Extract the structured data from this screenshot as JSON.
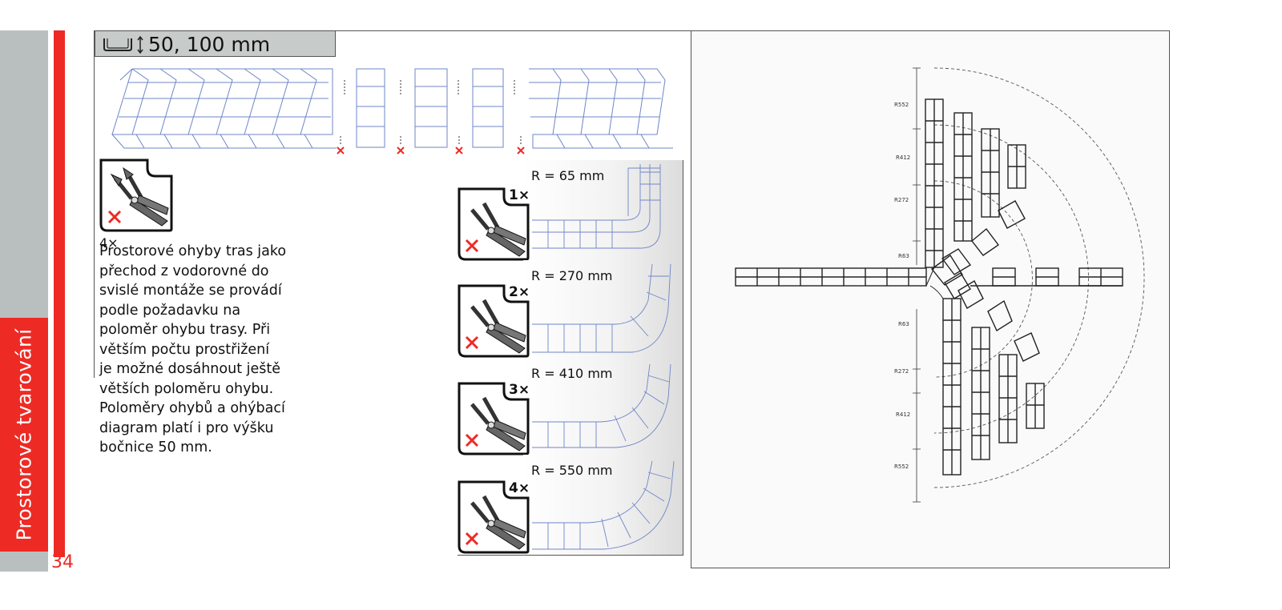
{
  "sidebar": {
    "label": "Prostorové tvarování",
    "page_number": "34"
  },
  "header": {
    "title": "50, 100 mm",
    "icon": "tray-profile-icon"
  },
  "top_cutter": {
    "count": "4×"
  },
  "description": [
    "Prostorové ohyby tras jako",
    "přechod z vodorovné do",
    "svislé montáže se provádí",
    "podle požadavku na",
    "poloměr ohybu trasy. Při",
    "větším počtu prostřižení",
    "je možné dosáhnout ještě",
    "větších poloměru ohybu.",
    "Poloměry ohybů a ohýbací",
    "diagram platí i pro výšku",
    "bočnice 50 mm."
  ],
  "bends": [
    {
      "radius_label": "R = 65 mm",
      "count": "1×"
    },
    {
      "radius_label": "R = 270 mm",
      "count": "2×"
    },
    {
      "radius_label": "R = 410 mm",
      "count": "3×"
    },
    {
      "radius_label": "R = 550 mm",
      "count": "4×"
    }
  ],
  "diagram": {
    "radius_labels_top": [
      "R552",
      "R412",
      "R272",
      "R63"
    ],
    "radius_labels_bottom": [
      "R63",
      "R272",
      "R412",
      "R552"
    ]
  },
  "colors": {
    "accent": "#ee2a24",
    "sidebar_grey": "#b9bfbe",
    "header_grey": "#c7cbca",
    "wire_blue": "#6f86c7"
  }
}
